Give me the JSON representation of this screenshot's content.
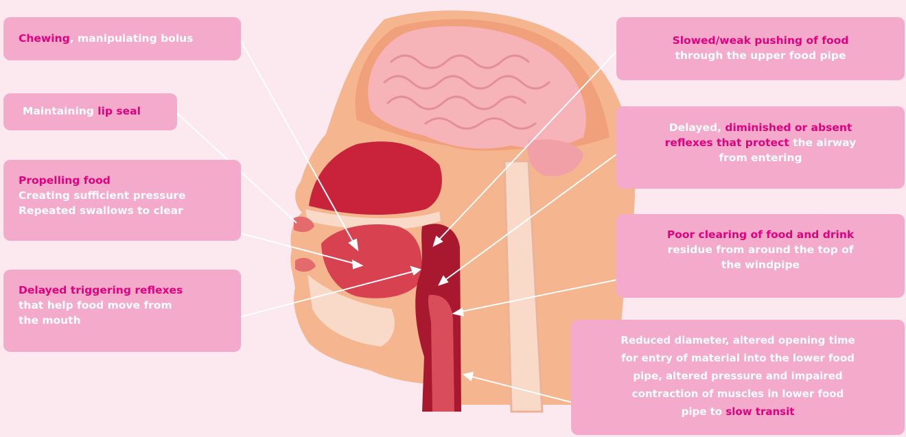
{
  "callouts": {
    "chewing": {
      "hl": "Chewing",
      "rest": ", manipulating bolus"
    },
    "lip_seal": {
      "pre": "Maintaining ",
      "hl": "lip seal"
    },
    "propelling": {
      "hl": "Propelling food",
      "line2": "Creating sufficient pressure",
      "line3": "Repeated swallows to clear"
    },
    "delayed_trigger": {
      "hl": "Delayed triggering reflexes",
      "line2": "that help food move from",
      "line3": "the mouth"
    },
    "slowed_push": {
      "hl": "Slowed/weak pushing of food",
      "line2": "through the upper food pipe"
    },
    "reflexes": {
      "pre": "Delayed, ",
      "hl1": "diminished or absent",
      "hl2": "reflexes that protect",
      "post2": " the airway",
      "line3": "from entering"
    },
    "poor_clearing": {
      "hl": "Poor clearing of food and drink",
      "line2": "residue from around the top of",
      "line3": "the windpipe"
    },
    "reduced_diameter": {
      "line1": "Reduced diameter, altered opening time",
      "line2": "for entry of material into the lower food",
      "line3": "pipe, altered pressure and impaired",
      "line4": "contraction of muscles in lower food",
      "line5_pre": "pipe to ",
      "line5_hl": "slow transit"
    }
  },
  "colors": {
    "background": "#fbe9ef",
    "callout_fill": "#f4aacb",
    "highlight_text": "#e3007e",
    "body_text": "#ffffff",
    "skin": "#f5b58f",
    "brain": "#f6b3b8",
    "throat": "#a8182e"
  },
  "illustration": "head-sagittal-section"
}
